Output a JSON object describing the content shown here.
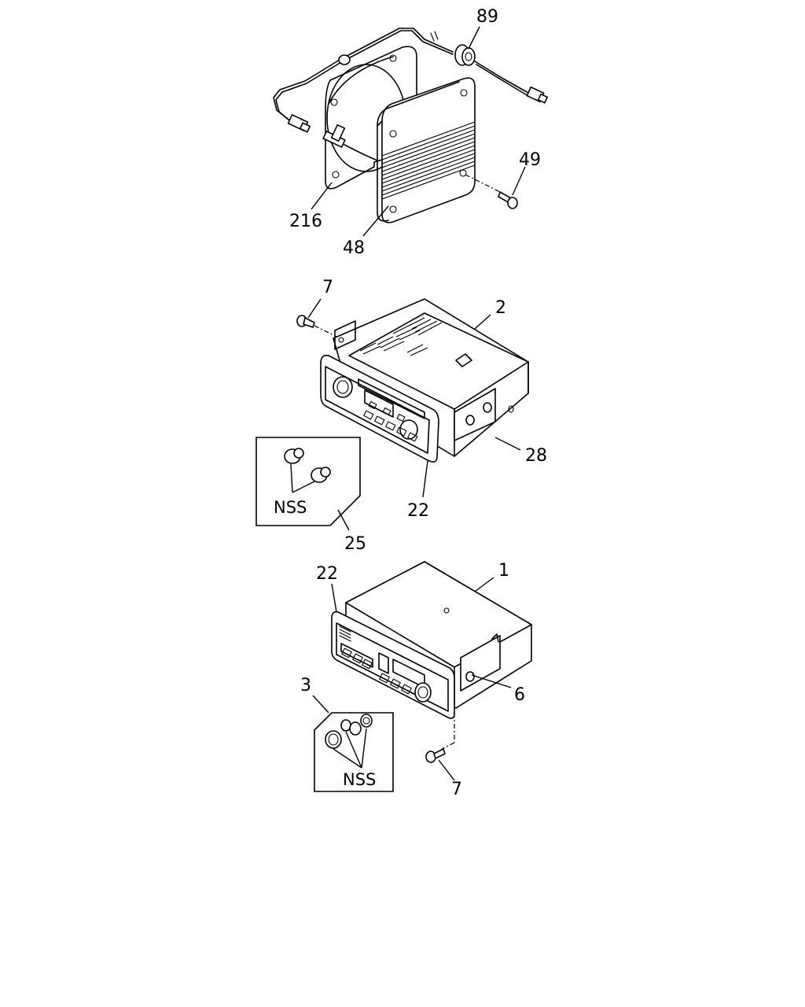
{
  "callouts": {
    "c89": "89",
    "c49": "49",
    "c216": "216",
    "c48": "48",
    "c7_top": "7",
    "c2": "2",
    "c28": "28",
    "c22_mid": "22",
    "c25": "25",
    "c22_low": "22",
    "c1": "1",
    "c6": "6",
    "c3": "3",
    "c7_low": "7"
  },
  "boxes": {
    "nss_upper": "NSS",
    "nss_lower": "NSS"
  }
}
